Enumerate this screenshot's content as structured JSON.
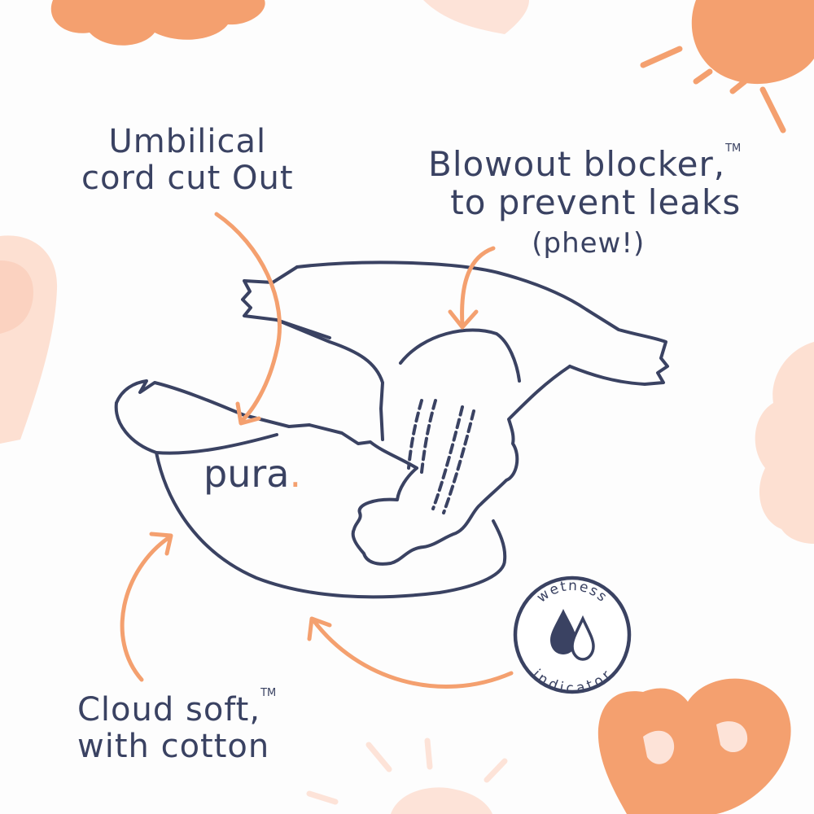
{
  "callouts": {
    "umbilical": {
      "lines": [
        "Umbilical",
        "cord cut Out"
      ]
    },
    "blowout": {
      "lines": [
        "Blowout blocker,",
        "to prevent leaks"
      ],
      "tm": "TM",
      "note": "(phew!)"
    },
    "cloud": {
      "lines": [
        "Cloud soft,",
        "with cotton"
      ],
      "tm": "TM"
    }
  },
  "badge": {
    "top": "wetness",
    "bottom": "indicator"
  },
  "logo": {
    "word": "pura",
    "dot": "."
  },
  "colors": {
    "ink": "#3a4262",
    "accent": "#f4a06f",
    "accent_light": "#fbd2c0",
    "accent_pale": "#fde3d8",
    "background": "#fdfdfd"
  }
}
